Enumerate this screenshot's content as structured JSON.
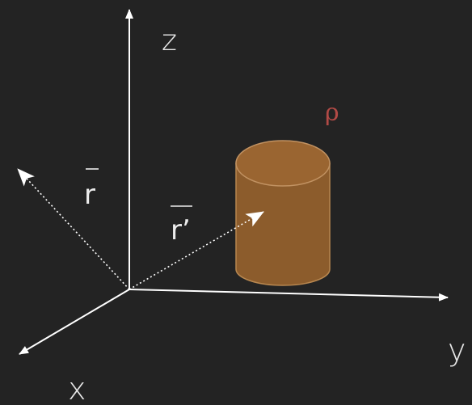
{
  "diagram": {
    "background": "#232323",
    "axes": {
      "x_label": "x",
      "y_label": "y",
      "z_label": "z",
      "color": "#ffffff"
    },
    "vectors": {
      "r_label": "r",
      "r_prime_label": "r’",
      "style": "dotted"
    },
    "body": {
      "shape": "cylinder",
      "density_label": "ρ",
      "fill_color": "#8c5c2c",
      "top_color": "#9a6531",
      "outline_color": "#b8874f",
      "label_color": "#b24a46"
    }
  }
}
